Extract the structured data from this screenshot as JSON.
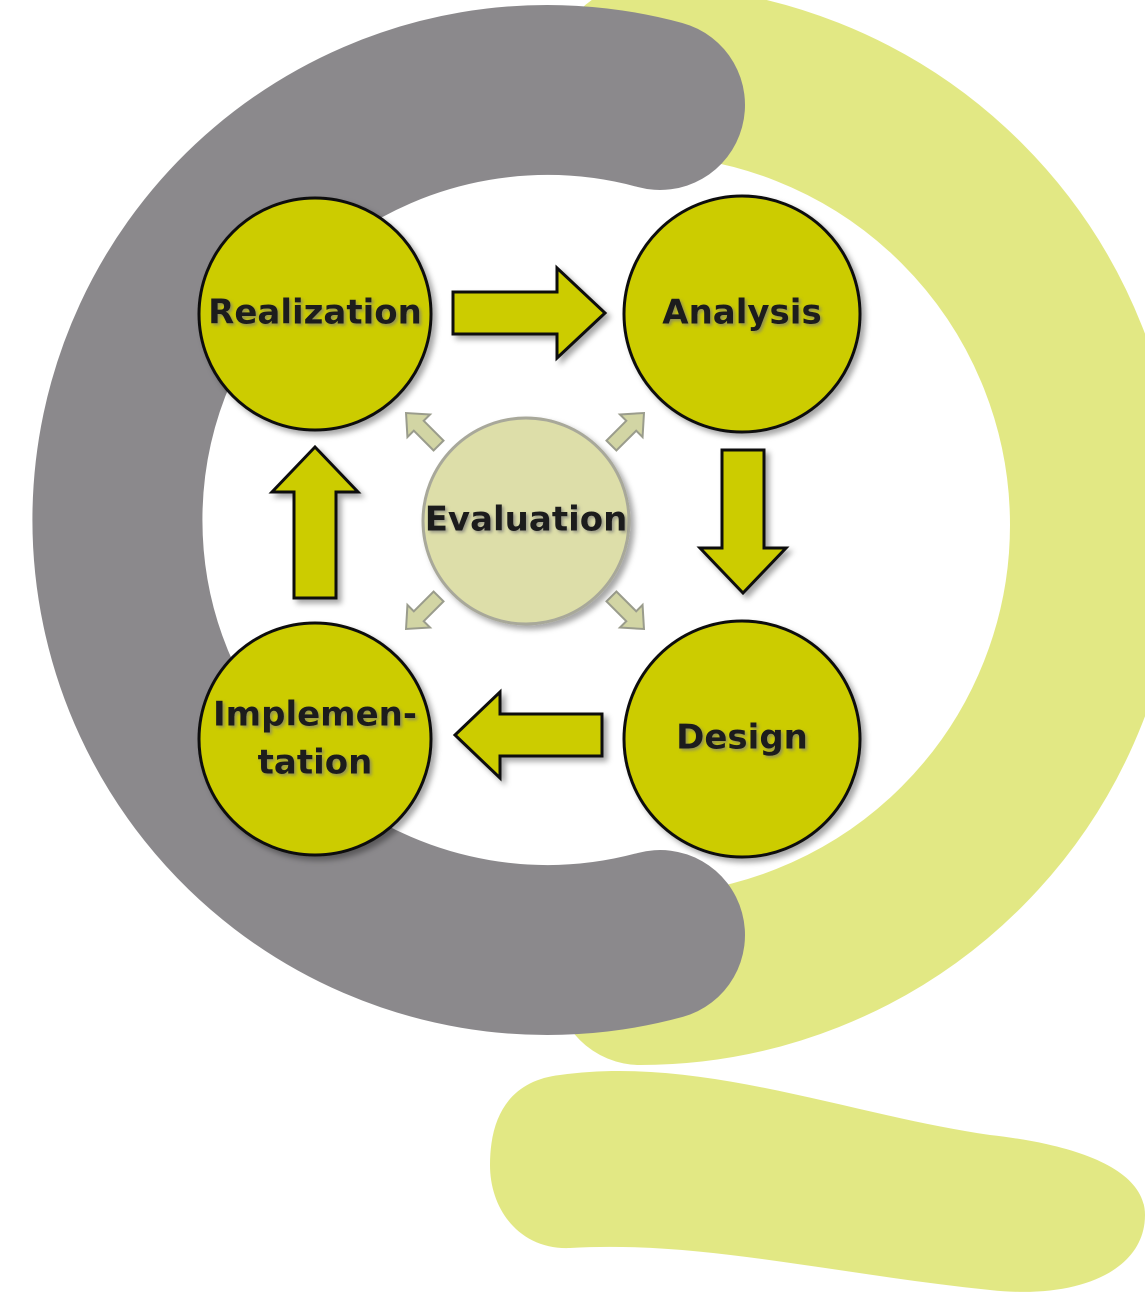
{
  "nodes": {
    "realization": "Realization",
    "analysis": "Analysis",
    "design": "Design",
    "implementation_line1": "Implemen-",
    "implementation_line2": "tation",
    "evaluation": "Evaluation"
  },
  "colors": {
    "ring_gray": "#8b898c",
    "ring_light": "#e2e884",
    "node_fill": "#cccc00",
    "node_stroke": "#111111",
    "evaluation_fill": "#dddea9",
    "evaluation_stroke": "#a8a89a",
    "minor_arrow_fill": "#d2d5a4",
    "minor_arrow_stroke": "#9a9c8c"
  }
}
